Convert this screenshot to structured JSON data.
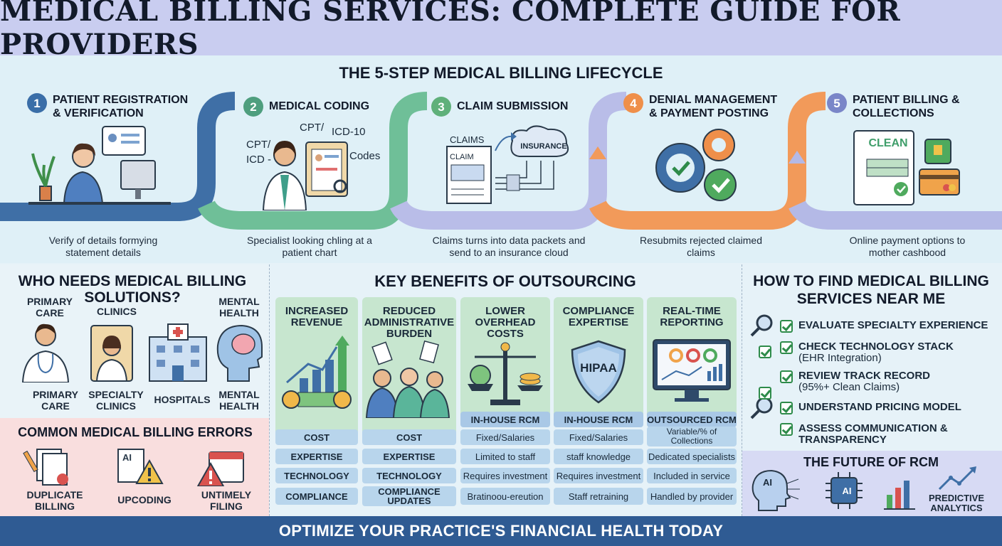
{
  "title": "MEDICAL BILLING SERVICES: COMPLETE GUIDE FOR PROVIDERS",
  "lifecycle": {
    "title": "THE 5-STEP MEDICAL BILLING LIFECYCLE",
    "steps": [
      {
        "num": "1",
        "title": "PATIENT REGISTRATION & VERIFICATION",
        "desc": "Verify of details formying statement details",
        "color": "#3a6ea8"
      },
      {
        "num": "2",
        "title": "MEDICAL CODING",
        "desc": "Specialist looking chling at a patient chart",
        "color": "#5aa887",
        "labels": [
          "CPT/",
          "ICD-10",
          "CPT/",
          "ICD -",
          "Codes"
        ]
      },
      {
        "num": "3",
        "title": "CLAIM SUBMISSION",
        "desc": "Claims turns into data packets and send to an insurance cloud",
        "color": "#5fb07a",
        "labels": [
          "CLAIMS",
          "CLAIM",
          "INSURANCE"
        ]
      },
      {
        "num": "4",
        "title": "DENIAL MANAGEMENT & PAYMENT POSTING",
        "desc": "Resubmits rejected claimed claims",
        "color": "#ef8f4a"
      },
      {
        "num": "5",
        "title": "PATIENT BILLING & COLLECTIONS",
        "desc": "Online payment options to mother cashbood",
        "color": "#7a86c8",
        "labels": [
          "CLEAN"
        ]
      }
    ]
  },
  "who": {
    "title": "WHO NEEDS MEDICAL BILLING SOLUTIONS?",
    "top_labels": [
      "PRIMARY CARE",
      "CLINICS",
      "MENTAL HEALTH"
    ],
    "items": [
      "PRIMARY CARE",
      "SPECIALTY CLINICS",
      "HOSPITALS",
      "MENTAL HEALTH"
    ]
  },
  "errors": {
    "title": "COMMON MEDICAL BILLING ERRORS",
    "items": [
      "DUPLICATE BILLING",
      "UPCODING",
      "UNTIMELY FILING"
    ],
    "ai_label": "AI"
  },
  "benefits": {
    "title": "KEY BENEFITS OF OUTSOURCING",
    "cards": [
      "INCREASED REVENUE",
      "REDUCED ADMINISTRATIVE BURDEN",
      "LOWER OVERHEAD COSTS",
      "COMPLIANCE EXPERTISE",
      "REAL-TIME REPORTING"
    ],
    "hipaa": "HIPAA",
    "table": {
      "headers": [
        "IN-HOUSE RCM",
        "IN-HOUSE RCM",
        "OUTSOURCED RCM"
      ],
      "rows": [
        [
          "COST",
          "COST",
          "Fixed/Salaries",
          "Fixed/Salaries",
          "Variable/% of Collections"
        ],
        [
          "EXPERTISE",
          "EXPERTISE",
          "Limited to staff",
          "staff knowledge",
          "Dedicated specialists"
        ],
        [
          "TECHNOLOGY",
          "TECHNOLOGY",
          "Requires investment",
          "Requires investment",
          "Included in service"
        ],
        [
          "COMPLIANCE",
          "COMPLIANCE UPDATES",
          "Bratinoou-ereution",
          "Staff retraining",
          "Handled by provider"
        ]
      ]
    }
  },
  "find": {
    "title": "HOW TO FIND MEDICAL BILLING SERVICES NEAR ME",
    "items": [
      {
        "text": "EVALUATE SPECIALTY EXPERIENCE",
        "sub": ""
      },
      {
        "text": "CHECK TECHNOLOGY STACK",
        "sub": "(EHR Integration)"
      },
      {
        "text": "REVIEW TRACK RECORD",
        "sub": "(95%+ Clean Claims)"
      },
      {
        "text": "UNDERSTAND PRICING MODEL",
        "sub": ""
      },
      {
        "text": "ASSESS COMMUNICATION & TRANSPARENCY",
        "sub": ""
      }
    ]
  },
  "future": {
    "title": "THE FUTURE OF RCM",
    "ai_label": "AI",
    "predictive": "PREDICTIVE ANALYTICS"
  },
  "footer": "OPTIMIZE YOUR PRACTICE'S FINANCIAL HEALTH TODAY"
}
